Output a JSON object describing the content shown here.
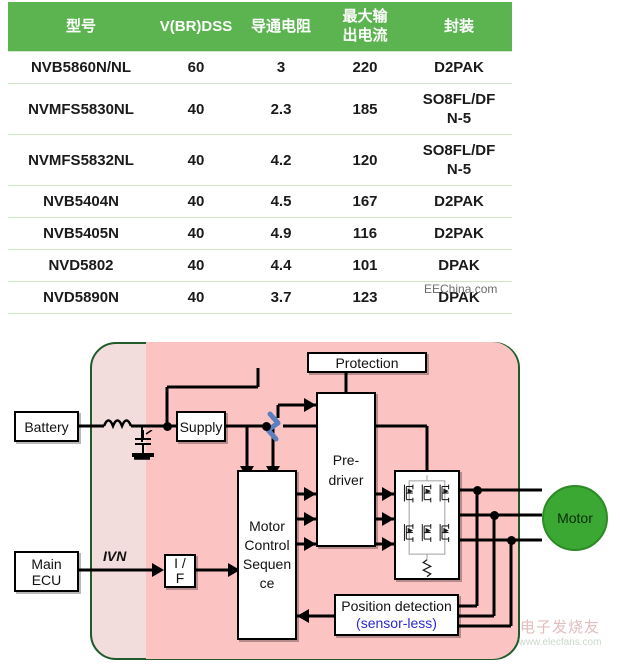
{
  "table": {
    "headers": [
      "型号",
      "V(BR)DSS",
      "导通电阻",
      "最大输\n出电流",
      "封装"
    ],
    "header_bg": "#5cb450",
    "rows": [
      {
        "model": "NVB5860N/NL",
        "vbrdss": "60",
        "rdson": "3",
        "imax": "220",
        "package": "D2PAK"
      },
      {
        "model": "NVMFS5830NL",
        "vbrdss": "40",
        "rdson": "2.3",
        "imax": "185",
        "package": "SO8FL/DFN-5"
      },
      {
        "model": "NVMFS5832NL",
        "vbrdss": "40",
        "rdson": "4.2",
        "imax": "120",
        "package": "SO8FL/DFN-5"
      },
      {
        "model": "NVB5404N",
        "vbrdss": "40",
        "rdson": "4.5",
        "imax": "167",
        "package": "D2PAK"
      },
      {
        "model": "NVB5405N",
        "vbrdss": "40",
        "rdson": "4.9",
        "imax": "116",
        "package": "D2PAK"
      },
      {
        "model": "NVD5802",
        "vbrdss": "40",
        "rdson": "4.4",
        "imax": "101",
        "package": "DPAK"
      },
      {
        "model": "NVD5890N",
        "vbrdss": "40",
        "rdson": "3.7",
        "imax": "123",
        "package": "DPAK"
      }
    ],
    "watermark": "EEChina.com"
  },
  "diagram": {
    "blocks": {
      "battery": "Battery",
      "main_ecu": "Main\nECU",
      "supply": "Supply",
      "protection": "Protection",
      "interface": "I /\nF",
      "motor_control": "Motor\nControl\nSequen\nce",
      "pre_driver": "Pre-\ndriver",
      "position_detection": "Position detection",
      "position_detection_sub": "(sensor-less)",
      "motor": "Motor"
    },
    "labels": {
      "ivn": "IVN"
    },
    "colors": {
      "region_outer_fill": "#f3dcdc",
      "region_outer_border": "#1f5c2a",
      "region_inner_fill": "#fbc3c1",
      "motor_fill": "#3aa832",
      "sensorless_text": "#2a2ad0",
      "break_symbol": "#5b7fbf"
    },
    "watermark_cn": "电子发烧友",
    "watermark_url": "www.elecfans.com"
  }
}
